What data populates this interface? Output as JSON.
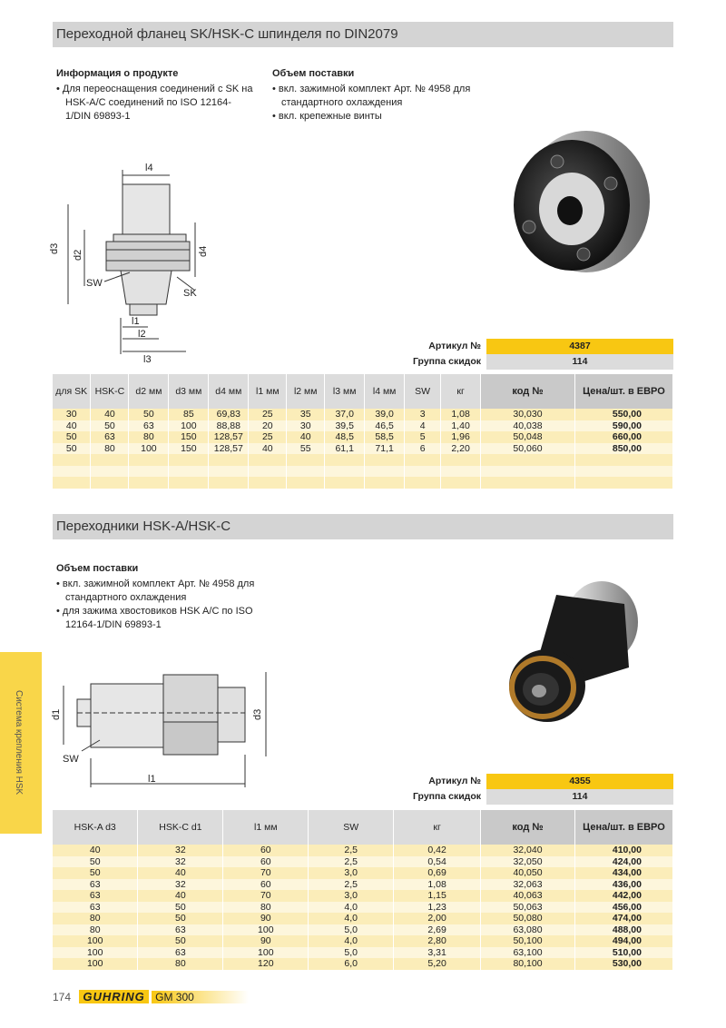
{
  "page": {
    "number": "174",
    "brand": "GUHRING",
    "catalog": "GM 300",
    "side_tab": "Система крепления HSK"
  },
  "section1": {
    "title": "Переходной фланец SK/HSK-C шпинделя по DIN2079",
    "info_title": "Информация о продукте",
    "info_items": [
      "Для переоснащения соединений с SK на HSK-A/C соединений по ISO 12164-1/DIN 69893-1"
    ],
    "scope_title": "Объем поставки",
    "scope_items": [
      "вкл. зажимной комплект Арт. № 4958 для стандартного охлаждения",
      "вкл. крепежные винты"
    ],
    "drawing_labels": {
      "l4": "l4",
      "d3": "d3",
      "d2": "d2",
      "d4": "d4",
      "sw": "SW",
      "sk": "SK",
      "l1": "l1",
      "l2": "l2",
      "l3": "l3"
    },
    "article_label": "Артикул №",
    "article_value": "4387",
    "discount_label": "Группа скидок",
    "discount_value": "114",
    "headers": [
      "для SK",
      "HSK-C",
      "d2 мм",
      "d3 мм",
      "d4 мм",
      "l1 мм",
      "l2 мм",
      "l3 мм",
      "l4 мм",
      "SW",
      "кг",
      "код №",
      "Цена/шт. в ЕВРО"
    ],
    "rows": [
      [
        "30",
        "40",
        "50",
        "85",
        "69,83",
        "25",
        "35",
        "37,0",
        "39,0",
        "3",
        "1,08",
        "30,030",
        "550,00"
      ],
      [
        "40",
        "50",
        "63",
        "100",
        "88,88",
        "20",
        "30",
        "39,5",
        "46,5",
        "4",
        "1,40",
        "40,038",
        "590,00"
      ],
      [
        "50",
        "63",
        "80",
        "150",
        "128,57",
        "25",
        "40",
        "48,5",
        "58,5",
        "5",
        "1,96",
        "50,048",
        "660,00"
      ],
      [
        "50",
        "80",
        "100",
        "150",
        "128,57",
        "40",
        "55",
        "61,1",
        "71,1",
        "6",
        "2,20",
        "50,060",
        "850,00"
      ]
    ]
  },
  "section2": {
    "title": "Переходники HSK-A/HSK-C",
    "scope_title": "Объем поставки",
    "scope_items": [
      "вкл. зажимной комплект Арт. № 4958 для стандартного охлаждения",
      "для зажима хвостовиков HSK A/C по ISO 12164-1/DIN 69893-1"
    ],
    "drawing_labels": {
      "d1": "d1",
      "d3": "d3",
      "sw": "SW",
      "l1": "l1"
    },
    "article_label": "Артикул №",
    "article_value": "4355",
    "discount_label": "Группа скидок",
    "discount_value": "114",
    "headers": [
      "HSK-A d3",
      "HSK-C d1",
      "l1 мм",
      "SW",
      "кг",
      "код №",
      "Цена/шт. в ЕВРО"
    ],
    "rows": [
      [
        "40",
        "32",
        "60",
        "2,5",
        "0,42",
        "32,040",
        "410,00"
      ],
      [
        "50",
        "32",
        "60",
        "2,5",
        "0,54",
        "32,050",
        "424,00"
      ],
      [
        "50",
        "40",
        "70",
        "3,0",
        "0,69",
        "40,050",
        "434,00"
      ],
      [
        "63",
        "32",
        "60",
        "2,5",
        "1,08",
        "32,063",
        "436,00"
      ],
      [
        "63",
        "40",
        "70",
        "3,0",
        "1,15",
        "40,063",
        "442,00"
      ],
      [
        "63",
        "50",
        "80",
        "4,0",
        "1,23",
        "50,063",
        "456,00"
      ],
      [
        "80",
        "50",
        "90",
        "4,0",
        "2,00",
        "50,080",
        "474,00"
      ],
      [
        "80",
        "63",
        "100",
        "5,0",
        "2,69",
        "63,080",
        "488,00"
      ],
      [
        "100",
        "50",
        "90",
        "4,0",
        "2,80",
        "50,100",
        "494,00"
      ],
      [
        "100",
        "63",
        "100",
        "5,0",
        "3,31",
        "63,100",
        "510,00"
      ],
      [
        "100",
        "80",
        "120",
        "6,0",
        "5,20",
        "80,100",
        "530,00"
      ]
    ]
  }
}
